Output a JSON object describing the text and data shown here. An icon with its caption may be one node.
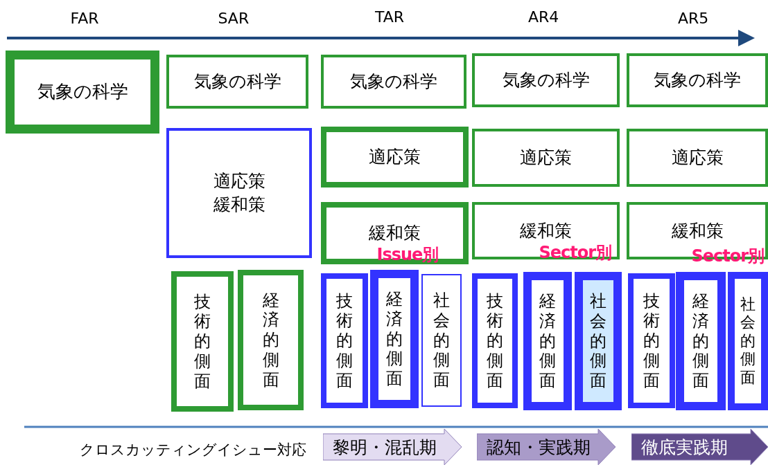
{
  "diagram": {
    "nodes": [
      {
        "text": [
          "気象の科学"
        ]
      },
      {
        "text": [
          "気象の科学"
        ]
      },
      {
        "text": [
          "適応策",
          "緩和策"
        ]
      },
      {
        "text": [
          "技術的側面"
        ]
      },
      {
        "text": [
          "経済的側面"
        ]
      },
      {
        "text": [
          "気象の科学"
        ]
      },
      {
        "text": [
          "適応策"
        ]
      },
      {
        "text": [
          "緩和策"
        ]
      },
      {
        "text": [
          "技術的側面"
        ]
      },
      {
        "text": [
          "経済的側面"
        ]
      },
      {
        "text": [
          "社会的側面"
        ]
      },
      {
        "text": [
          "気象の科学"
        ]
      },
      {
        "text": [
          "適応策"
        ]
      },
      {
        "text": [
          "緩和策"
        ]
      },
      {
        "text": [
          "技術的側面"
        ]
      },
      {
        "text": [
          "経済的側面"
        ]
      },
      {
        "text": [
          "社会的側面"
        ]
      },
      {
        "text": [
          "気象の科学"
        ]
      },
      {
        "text": [
          "適応策"
        ]
      },
      {
        "text": [
          "緩和策"
        ]
      },
      {
        "text": [
          "技術的側面"
        ]
      },
      {
        "text": [
          "経済的側面"
        ]
      },
      {
        "text": [
          "社会的側面"
        ]
      },
      {
        "text": [
          "黎明・混乱期"
        ]
      },
      {
        "text": [
          "認知・実践期"
        ]
      },
      {
        "text": [
          "徹底実践期"
        ]
      }
    ],
    "labels": [
      "FAR",
      "SAR",
      "TAR",
      "AR4",
      "AR5",
      "Issue別",
      "Sector別",
      "Sector別",
      "クロスカッティングイシュー対応"
    ]
  }
}
